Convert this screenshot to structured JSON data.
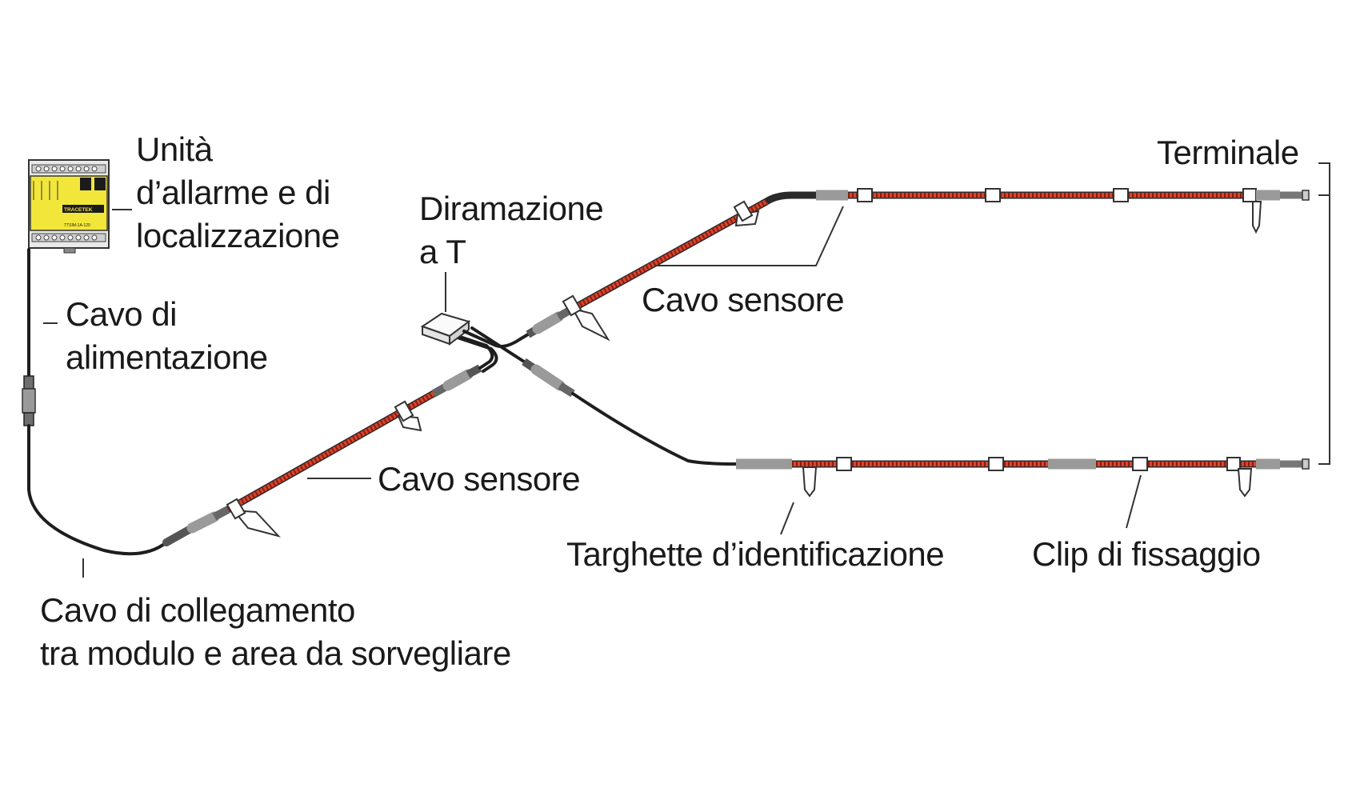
{
  "labels": {
    "alarm_unit": [
      "Unità",
      "d’allarme e di",
      "localizzazione"
    ],
    "power_cable": [
      "Cavo di",
      "alimentazione"
    ],
    "t_branch": [
      "Diramazione",
      "a T"
    ],
    "sensor_cable_upper": "Cavo sensore",
    "sensor_cable_lower": "Cavo sensore",
    "terminal": "Terminale",
    "link_cable": [
      "Cavo di collegamento",
      "tra modulo e area da sorvegliare"
    ],
    "id_tags": "Targhette d’identificazione",
    "fixing_clips": "Clip di fissaggio"
  },
  "module": {
    "brand": "TRACETEK",
    "model": "TTSIM-1A-120",
    "body_color": "#f2e63a",
    "frame_color": "#e6e6e6"
  },
  "colors": {
    "sensor_cable": "#d9442c",
    "wire": "#1e1e1e",
    "text": "#1a1a1a"
  }
}
